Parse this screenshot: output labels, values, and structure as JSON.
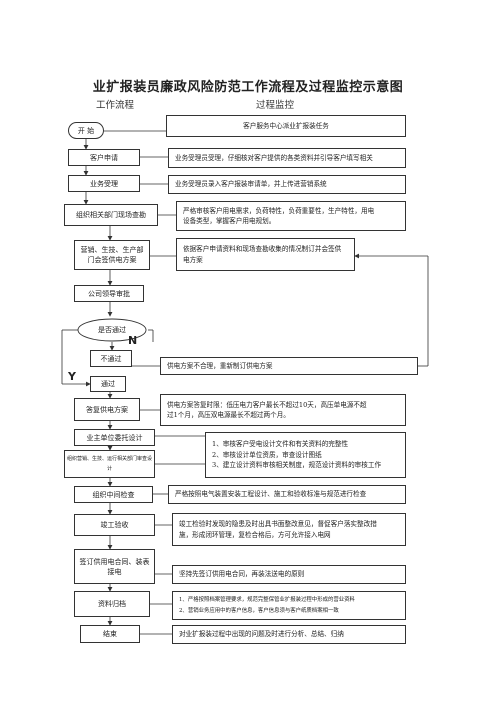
{
  "title": "业扩报装员廉政风险防范工作流程及过程监控示意图",
  "headers": {
    "left": "工作流程",
    "right": "过程监控"
  },
  "steps": {
    "start": "开 始",
    "customer_apply": "客户申请",
    "business_accept": "业务受理",
    "site_survey": "组织相关部门现场查勘",
    "joint_review": "营销、生技、生产部门会签供电方案",
    "leader_review": "公司领导审批",
    "decision": "是否通过",
    "rejected": "不通过",
    "approved": "通过",
    "reply_plan": "答复供电方案",
    "design_review": "业主单位委托设计",
    "organize_review": "组织营销、生技、运行相关部门审查设计",
    "midway_check": "组织中间检查",
    "final_acceptance": "竣工验收",
    "sign_contract": "签订供用电合同、装表接电",
    "archive": "资料归档",
    "end": "结束"
  },
  "labels": {
    "no": "N",
    "yes": "Y"
  },
  "monitor": {
    "start": "客户服务中心派业扩报装任务",
    "customer_apply": "业务受理员受理，仔细核对客户提供的各类资料并引导客户填写相关",
    "business_accept": "业务受理员录入客户报装审请单，并上传进营销系统",
    "site_survey": [
      "严格审核客户用电需求，负荷特性，负荷重要性，生产特性，用电",
      "设备类型，掌握客户用电规划。"
    ],
    "joint_review": [
      "依据客户申请资料和现场查勘收集的情况制订并会签供",
      "电方案"
    ],
    "rejected": "供电方案不合理，重新制订供电方案",
    "reply_plan": [
      "供电方案答复时限：低压电力客户最长不超过10天，高压单电源不超",
      "过1个月，高压双电源最长不超过两个月。"
    ],
    "design_review": [
      "1、审核客户受电设计文件和有关资料的完整性",
      "2、审核设计单位资质，审查设计图纸",
      "3、建立设计资料审核相关制度，规范设计资料的审核工作"
    ],
    "midway_check": "严格按照电气装置安装工程设计、施工和验收标准与规范进行检查",
    "final_acceptance": [
      "竣工检验时发现的隐患及时出具书面整改意见，督促客户落实整改措",
      "施，形成闭环管理，复检合格后，方可允许接入电网"
    ],
    "sign_contract": "坚持先签订供用电合同，再装法送电的原则",
    "archive": [
      "1、严格按照档案管理要求，规范完整保管业扩报装过程中形成的营业资料",
      "2、营销业务应用中的客户信息，客户信息须与客户纸质档案相一致"
    ],
    "end": "对业扩报装过程中出现的问题及时进行分析、总结、归纳"
  }
}
